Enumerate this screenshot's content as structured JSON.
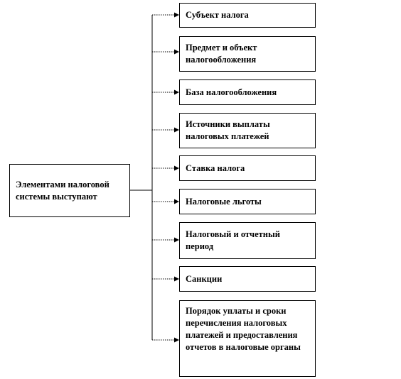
{
  "diagram": {
    "root": "Элементами налоговой системы выступают",
    "items": [
      "Субъект налога",
      "Предмет и объект налогообложения",
      "База налогообложения",
      "Источники выплаты налоговых платежей",
      "Ставка налога",
      "Налоговые льготы",
      "Налоговый и отчетный период",
      "Санкции",
      "Порядок уплаты и сроки перечисления налоговых платежей и предоставления отчетов в налоговые органы"
    ]
  }
}
